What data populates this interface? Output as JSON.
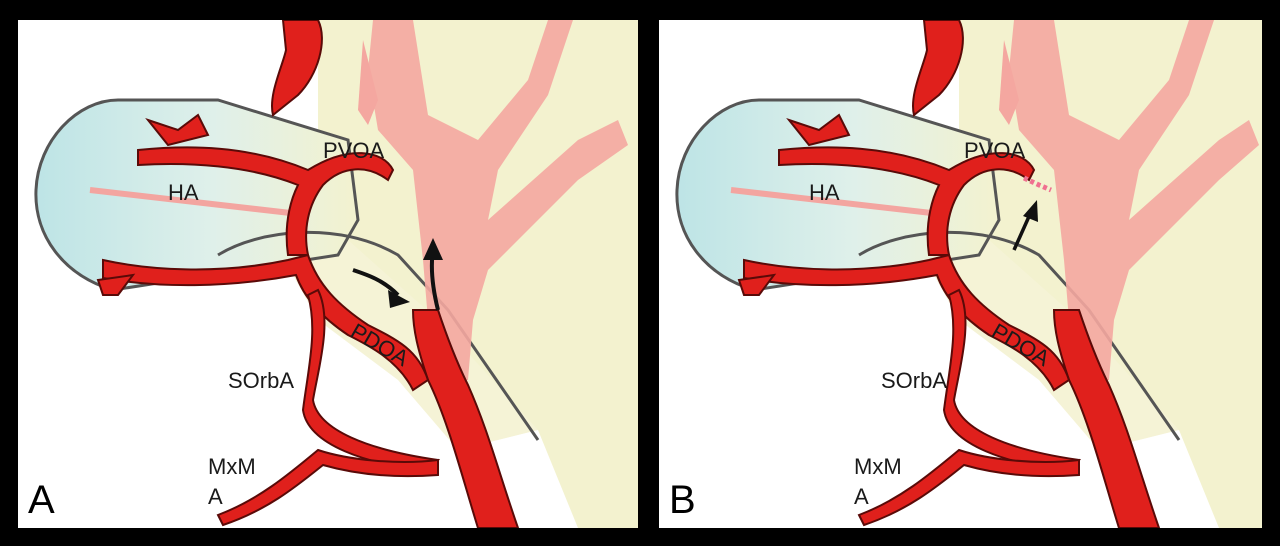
{
  "panels": [
    {
      "letter": "A",
      "labels": {
        "ha": "HA",
        "pvoa": "PVOA",
        "pdoa": "PDOA",
        "sorba": "SOrbA",
        "mxma": "MxM\nA"
      }
    },
    {
      "letter": "B",
      "labels": {
        "ha": "HA",
        "pvoa": "PVOA",
        "pdoa": "PDOA",
        "sorba": "SOrbA",
        "mxma": "MxM\nA"
      }
    }
  ],
  "colors": {
    "artery": "#e0201c",
    "artery_outline": "#5a0a08",
    "vein_pink": "#f4a7a0",
    "background_tissue": "#f3f2cf",
    "aneurysm": "#bfe6e6",
    "outline": "#555555",
    "arrow": "#111111"
  }
}
